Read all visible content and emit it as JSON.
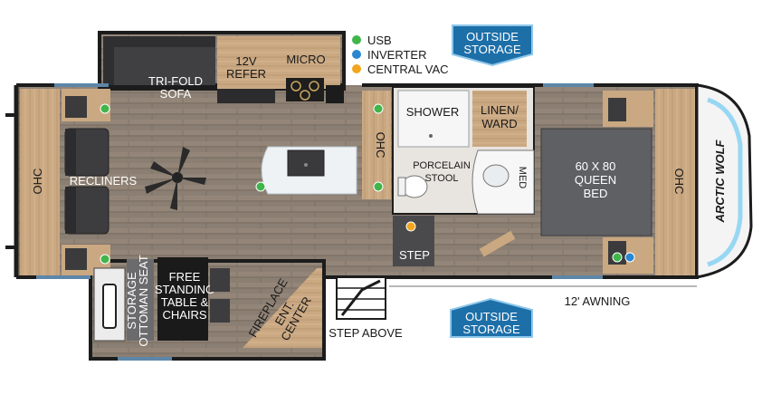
{
  "legend": {
    "items": [
      {
        "label": "USB",
        "color": "#3fb54a"
      },
      {
        "label": "INVERTER",
        "color": "#2a86d1"
      },
      {
        "label": "CENTRAL VAC",
        "color": "#f2a51f"
      }
    ]
  },
  "callouts": {
    "outside_storage_top": [
      "OUTSIDE",
      "STORAGE"
    ],
    "outside_storage_bottom": [
      "OUTSIDE",
      "STORAGE"
    ],
    "awning": "12' AWNING",
    "step_above": "STEP ABOVE"
  },
  "rooms": {
    "ohc_left": "OHC",
    "recliners": "RECLINERS",
    "sofa": [
      "TRI-FOLD",
      "SOFA"
    ],
    "refer": [
      "12V",
      "REFER"
    ],
    "micro": "MICRO",
    "ohc_mid": "OHC",
    "shower": "SHOWER",
    "linen": [
      "LINEN/",
      "WARD"
    ],
    "stool": [
      "PORCELAIN",
      "STOOL"
    ],
    "med": "MED",
    "step": "STEP",
    "bed": [
      "60 X 80",
      "QUEEN",
      "BED"
    ],
    "ohc_right": "OHC",
    "ottoman": [
      "STORAGE",
      "OTTOMAN SEAT"
    ],
    "table": [
      "FREE",
      "STANDING",
      "TABLE &",
      "CHAIRS"
    ],
    "fireplace": "FIREPLACE",
    "ent_center": [
      "ENT.",
      "CENTER"
    ]
  },
  "brand": "ARCTIC WOLF",
  "colors": {
    "floor": "#8a7d70",
    "cabinet": "#caa882",
    "dark_panel": "#3b3b3d",
    "storage_box": "#1d6fa8",
    "wall": "#1c1c1c"
  }
}
